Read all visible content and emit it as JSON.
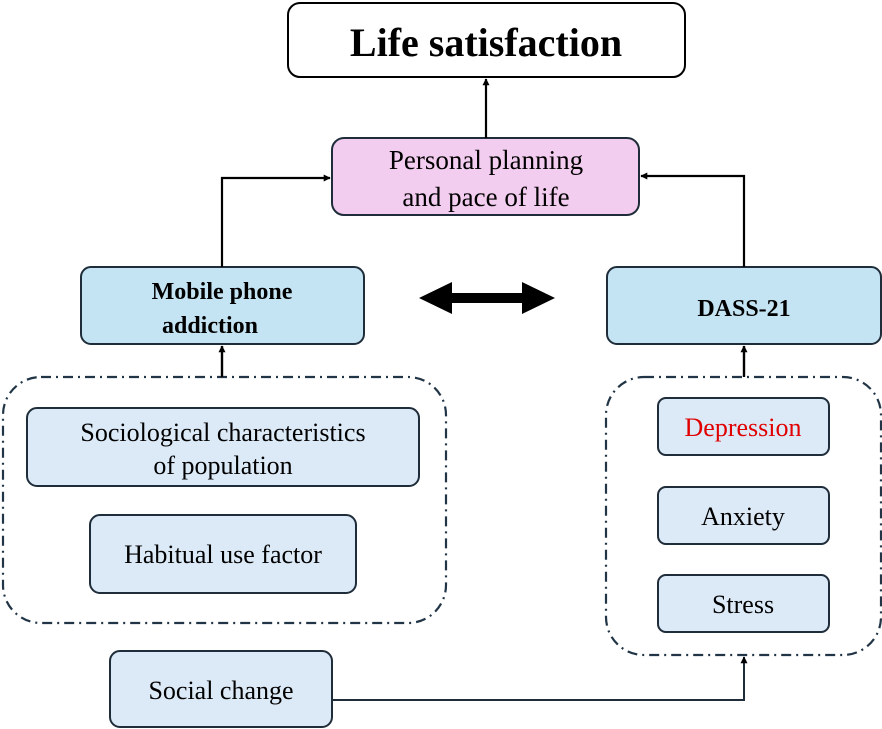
{
  "nodes": {
    "life_satisfaction": "Life satisfaction",
    "personal_planning": [
      "Personal planning",
      "and pace of life"
    ],
    "mobile_phone_addiction": [
      "Mobile phone",
      "addiction"
    ],
    "dass21": "DASS-21",
    "sociological": [
      "Sociological characteristics",
      "of population"
    ],
    "habitual_use": "Habitual use factor",
    "depression": "Depression",
    "anxiety": "Anxiety",
    "stress": "Stress",
    "social_change": "Social change"
  },
  "colors": {
    "pink_fill": "#f3cdef",
    "blue_fill": "#c5e4f3",
    "light_blue_fill": "#dceaf7",
    "dark_border": "#1f2d3a",
    "group_border": "#213546",
    "depression_text": "#e00000"
  }
}
